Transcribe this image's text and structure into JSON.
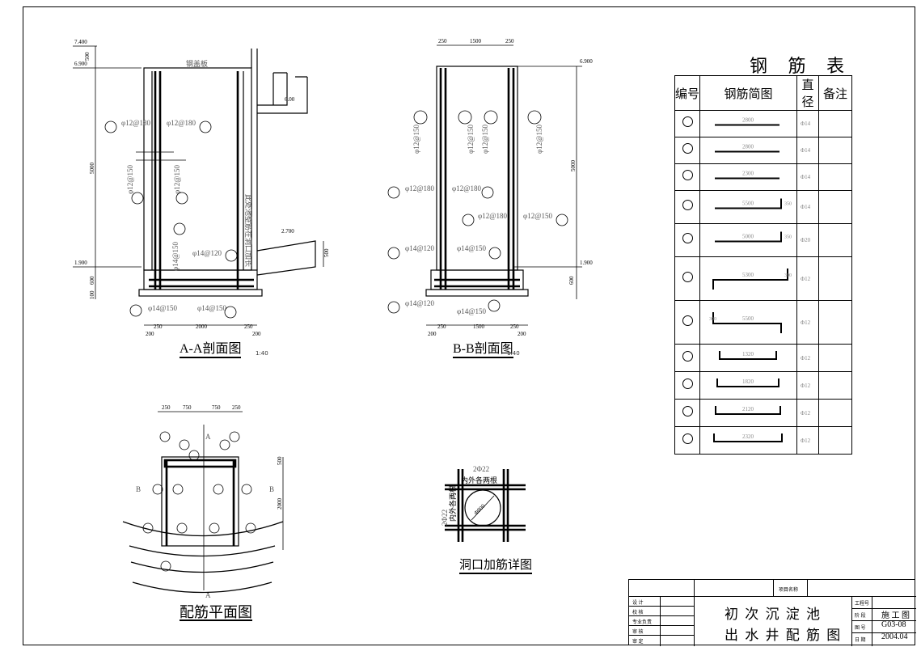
{
  "table": {
    "title": "钢 筋 表",
    "headers": [
      "编号",
      "钢筋简图",
      "直径",
      "备注"
    ],
    "rows": [
      {
        "length": "2800",
        "dia": "Φ14"
      },
      {
        "length": "2800",
        "dia": "Φ14"
      },
      {
        "length": "2300",
        "dia": "Φ14"
      },
      {
        "length": "5500",
        "dia": "Φ14",
        "hook": "350"
      },
      {
        "length": "5000",
        "dia": "Φ20",
        "hook": "350"
      },
      {
        "length": "5300",
        "dia": "Φ12",
        "hook": "300"
      },
      {
        "length": "5500",
        "dia": "Φ12",
        "hook": "300"
      },
      {
        "length": "1320",
        "dia": "Φ12"
      },
      {
        "length": "1820",
        "dia": "Φ12"
      },
      {
        "length": "2120",
        "dia": "Φ12"
      },
      {
        "length": "2320",
        "dia": "Φ12"
      }
    ]
  },
  "views": {
    "aa": {
      "title": "A-A剖面图",
      "scale": "1:40"
    },
    "bb": {
      "title": "B-B剖面图",
      "scale": "1:40"
    },
    "plan": {
      "title": "配筋平面图"
    },
    "detail": {
      "title": "洞口加筋详图"
    }
  },
  "aa_section": {
    "elev_top": "7.400",
    "elev_1": "6.900",
    "elev_inlet": "6.00",
    "elev_pipe": "2.700",
    "elev_bottom": "1.900",
    "cover_label": "钢盖板",
    "note": "此处池壁筋在洞口加长",
    "dim_500": "500",
    "dim_5000": "5000",
    "dim_600": "600",
    "dim_100": "100",
    "dim_250": "250",
    "dim_2000": "2000",
    "dim_200": "200",
    "dim_d500": "500",
    "r1": "φ12@180",
    "r2": "φ12@180",
    "r3": "φ12@150",
    "r4": "φ12@150",
    "r5": "φ14@150",
    "r6": "φ14@120",
    "r7": "φ14@150",
    "r8": "φ14@150"
  },
  "bb_section": {
    "elev_top": "6.900",
    "elev_bottom": "1.900",
    "dim_250": "250",
    "dim_1500": "1500",
    "dim_5000": "5000",
    "dim_600": "600",
    "dim_200": "200",
    "r1": "φ12@150",
    "r2": "φ12@180",
    "r3": "φ12@180",
    "r4": "φ12@180",
    "r5": "φ12@150",
    "r6": "φ14@120",
    "r7": "φ14@150",
    "r8": "φ14@120",
    "r9": "φ14@150"
  },
  "plan_view": {
    "dim_250": "250",
    "dim_750": "750",
    "dim_500": "500",
    "dim_2000": "2000",
    "sec_a": "A",
    "sec_b": "B"
  },
  "detail_view": {
    "top": "2Φ22",
    "side": "2Φ22",
    "label1": "内外各两根",
    "label2": "内外各两根",
    "pipe": "Φ800"
  },
  "title_block": {
    "project_label": "项目名称",
    "drawing_title_1": "初 次 沉 淀 池",
    "drawing_title_2": "出 水 井 配 筋 图",
    "rows_left": [
      "设 计",
      "校 核",
      "专业负责",
      "审 核",
      "审 定"
    ],
    "labels_right": [
      "工程号",
      "阶 段",
      "图 号",
      "日 期"
    ],
    "values_right": [
      "",
      "施 工 图",
      "G03-08",
      "2004.04"
    ]
  }
}
